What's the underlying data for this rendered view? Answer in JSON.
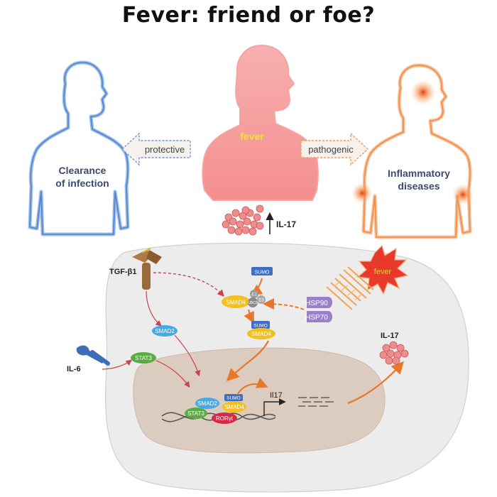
{
  "title": "Fever: friend or foe?",
  "figures": {
    "left_label_1": "Clearance",
    "left_label_2": "of infection",
    "center_label": "fever",
    "right_label_1": "Inflammatory",
    "right_label_2": "diseases"
  },
  "arrows": {
    "protective": "protective",
    "pathogenic": "pathogenic"
  },
  "cell": {
    "il17_top": "IL-17",
    "il17_right": "IL-17",
    "tgf": "TGF-β1",
    "il6": "IL-6",
    "fever_burst": "fever",
    "sumo": "SUMO",
    "smad4": "SMAD4",
    "smad2": "SMAD2",
    "stat3": "STAT3",
    "rorgt": "RORγt",
    "hsp90": "HSP90",
    "hsp70": "HSP70",
    "e1": "E1",
    "e3": "E3",
    "ubc9": "UBC9",
    "gene": "Il17"
  },
  "colors": {
    "protective_blue": "#7fa6e0",
    "fever_red": "#f28a8a",
    "inflam_orange": "#f6a875",
    "cell_bg": "#e8e8e8",
    "nucleus_bg": "#dccbbf",
    "smad4_yellow": "#f4c01d",
    "smad2_blue": "#47a8e6",
    "stat3_green": "#5aac42",
    "rorgt_red": "#d8284a",
    "sumo_blue": "#3f6fc4",
    "hsp_purple": "#9b7fc9",
    "orange_arrow": "#e8772a"
  }
}
